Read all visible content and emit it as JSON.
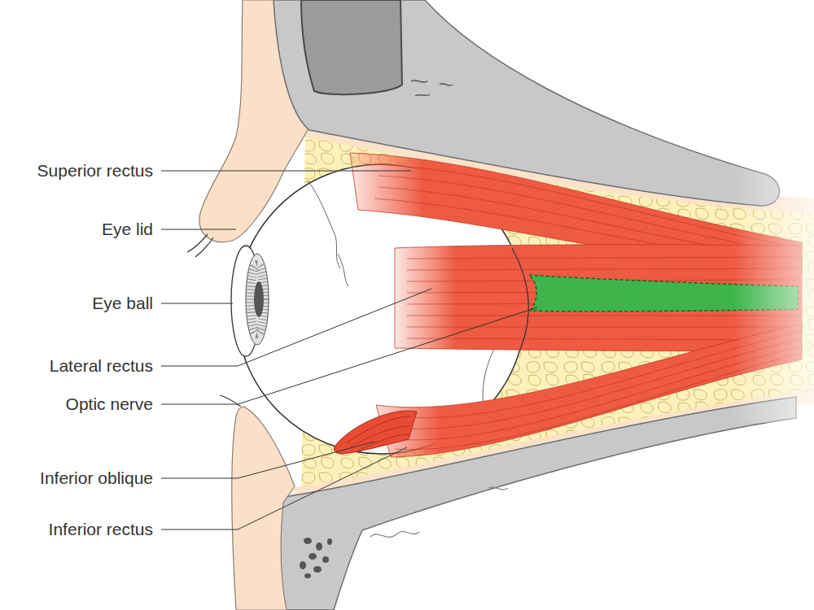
{
  "diagram": {
    "labels": [
      "Superior rectus",
      "Eye lid",
      "Eye ball",
      "Lateral rectus",
      "Optic nerve",
      "Inferior oblique",
      "Inferior rectus"
    ]
  }
}
